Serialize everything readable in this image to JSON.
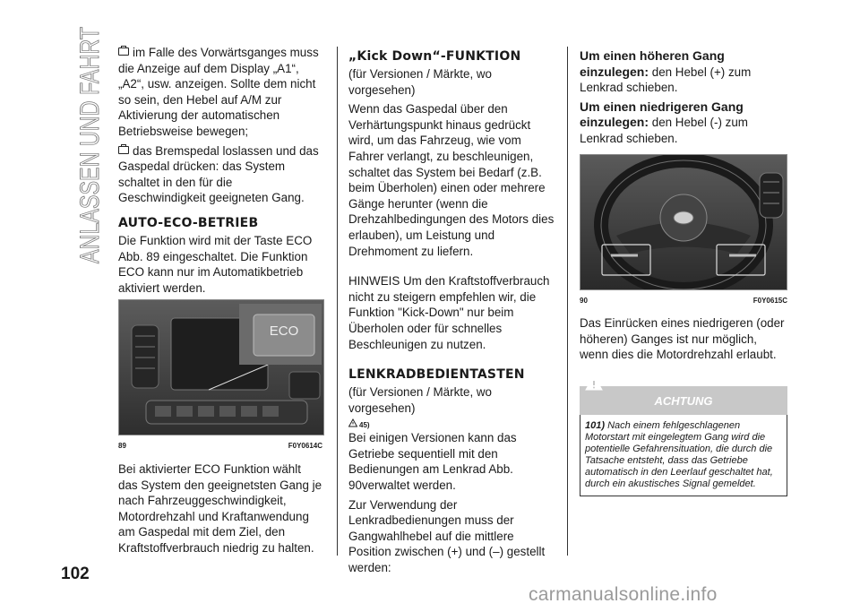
{
  "side_title": "ANLASSEN UND FAHRT",
  "page_number": "102",
  "col1": {
    "bullet1": "im Falle des Vorwärtsganges muss die Anzeige auf dem Display „A1“, „A2“, usw. anzeigen. Sollte dem nicht so sein, den Hebel auf A/M zur Aktivierung der automatischen Betriebsweise bewegen;",
    "bullet2": "das Bremspedal loslassen und das Gaspedal drücken: das System schaltet in den für die Geschwindigkeit geeigneten Gang.",
    "heading": "AUTO-ECO-BETRIEB",
    "para1": "Die Funktion wird mit der Taste ECO Abb. 89 eingeschaltet. Die Funktion ECO kann nur im Automatikbetrieb aktiviert werden.",
    "figure": {
      "eco_label": "ECO",
      "number": "89",
      "code": "F0Y0614C"
    },
    "para2": "Bei aktivierter ECO Funktion wählt das System den geeignetsten Gang je nach Fahrzeuggeschwindigkeit, Motordrehzahl und Kraftanwendung am Gaspedal mit dem Ziel, den Kraftstoffverbrauch niedrig zu halten."
  },
  "col2": {
    "heading1": "„Kick Down“-FUNKTION",
    "sub1": "(für Versionen / Märkte, wo vorgesehen)",
    "para1": "Wenn das Gaspedal über den Verhärtungspunkt hinaus gedrückt wird, um das Fahrzeug, wie vom Fahrer verlangt, zu beschleunigen, schaltet das System bei Bedarf (z.B. beim Überholen) einen oder mehrere Gänge herunter (wenn die Drehzahlbedingungen des Motors dies erlauben), um Leistung und Drehmoment zu liefern.",
    "para2": "HINWEIS Um den Kraftstoffverbrauch nicht zu steigern empfehlen wir, die Funktion \"Kick-Down\" nur beim Überholen oder für schnelles Beschleunigen zu nutzen.",
    "heading2": "LENKRADBEDIENTASTEN",
    "sub2": "(für Versionen / Märkte, wo vorgesehen)",
    "ref": "45)",
    "para3": "Bei einigen Versionen kann das Getriebe sequentiell mit den Bedienungen am Lenkrad Abb. 90verwaltet werden.",
    "para4": "Zur Verwendung der Lenkradbedienungen muss der Gangwahlhebel auf die mittlere Position zwischen (+) und (–) gestellt werden:"
  },
  "col3": {
    "up_bold": "Um einen höheren Gang einzulegen:",
    "up_text": "den Hebel (+) zum Lenkrad schieben.",
    "down_bold": "Um einen niedrigeren Gang einzulegen:",
    "down_text": "den Hebel (-) zum Lenkrad schieben.",
    "figure": {
      "number": "90",
      "code": "F0Y0615C"
    },
    "para1": "Das Einrücken eines niedrigeren (oder höheren) Ganges ist nur möglich, wenn dies die Motordrehzahl erlaubt.",
    "achtung_title": "ACHTUNG",
    "achtung_num": "101)",
    "achtung_text": "Nach einem fehlgeschlagenen Motorstart mit eingelegtem Gang wird die potentielle Gefahrensituation, die durch die Tatsache entsteht, dass das Getriebe automatisch in den Leerlauf geschaltet hat, durch ein akustisches Signal gemeldet."
  },
  "watermark": "carmanualsonline.info",
  "colors": {
    "achtung_bg": "#c8c8c8",
    "text": "#1a1a1a",
    "watermark": "#9a9a9a"
  }
}
